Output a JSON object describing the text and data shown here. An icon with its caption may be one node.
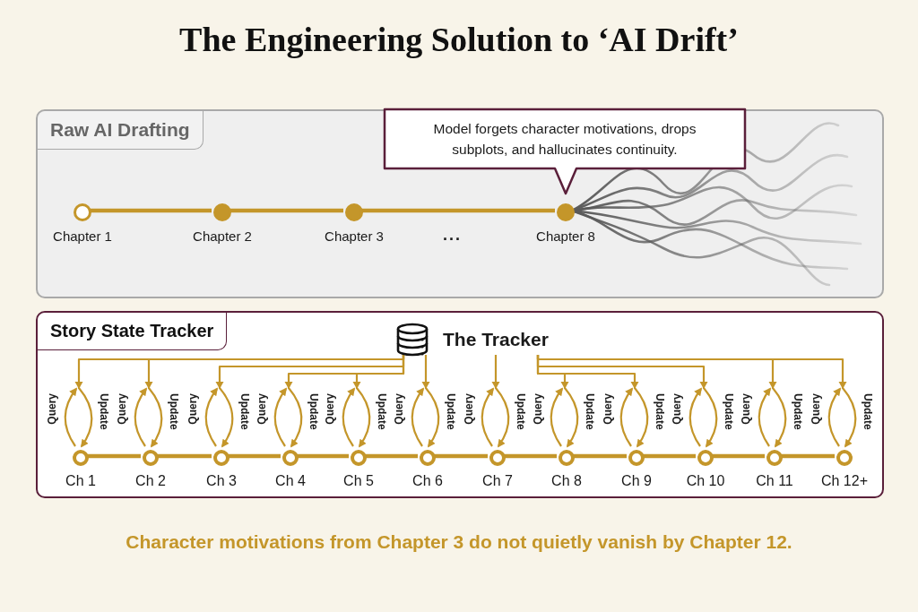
{
  "diagram": {
    "title": "The Engineering Solution to ‘AI Drift’",
    "caption": "Character motivations from Chapter 3 do not quietly vanish by Chapter 12.",
    "nodes": [
      {
        "text": [
          "Raw AI Drafting"
        ]
      },
      {
        "text": [
          "Model forgets character motivations, drops subplots, and hallucinates continuity."
        ],
        "in": 0
      },
      {
        "text": [
          "Chapter 1"
        ],
        "in": 0
      },
      {
        "text": [
          "Chapter 2"
        ],
        "in": 0
      },
      {
        "text": [
          "Chapter 3"
        ],
        "in": 0
      },
      {
        "text": [
          "Chapter 8"
        ],
        "in": 0
      },
      {
        "text": [
          "Story State Tracker"
        ]
      },
      {
        "text": [
          "The Tracker"
        ],
        "in": 6
      },
      {
        "text": [
          "Ch 1"
        ],
        "in": 6
      },
      {
        "text": [
          "Ch 2"
        ],
        "in": 6
      },
      {
        "text": [
          "Ch 3"
        ],
        "in": 6
      },
      {
        "text": [
          "Ch 4"
        ],
        "in": 6
      },
      {
        "text": [
          "Ch 5"
        ],
        "in": 6
      },
      {
        "text": [
          "Ch 6"
        ],
        "in": 6
      },
      {
        "text": [
          "Ch 7"
        ],
        "in": 6
      },
      {
        "text": [
          "Ch 8"
        ],
        "in": 6
      },
      {
        "text": [
          "Ch 9"
        ],
        "in": 6
      },
      {
        "text": [
          "Ch 10"
        ],
        "in": 6
      },
      {
        "text": [
          "Ch 11"
        ],
        "in": 6
      },
      {
        "text": [
          "Ch 12+"
        ],
        "in": 6
      }
    ],
    "edges": [
      {
        "from": 2,
        "to": 3,
        "arrow": "none",
        "style": "thick"
      },
      {
        "from": 3,
        "to": 4,
        "arrow": "none",
        "style": "thick"
      },
      {
        "from": 4,
        "to": 5,
        "arrow": "none",
        "style": "thick"
      },
      {
        "from": 8,
        "to": 9,
        "arrow": "none",
        "style": "thick"
      },
      {
        "from": 9,
        "to": 10,
        "arrow": "none",
        "style": "thick"
      },
      {
        "from": 10,
        "to": 11,
        "arrow": "none",
        "style": "thick"
      },
      {
        "from": 11,
        "to": 12,
        "arrow": "none",
        "style": "thick"
      },
      {
        "from": 12,
        "to": 13,
        "arrow": "none",
        "style": "thick"
      },
      {
        "from": 13,
        "to": 14,
        "arrow": "none",
        "style": "thick"
      },
      {
        "from": 14,
        "to": 15,
        "arrow": "none",
        "style": "thick"
      },
      {
        "from": 15,
        "to": 16,
        "arrow": "none",
        "style": "thick"
      },
      {
        "from": 16,
        "to": 17,
        "arrow": "none",
        "style": "thick"
      },
      {
        "from": 17,
        "to": 18,
        "arrow": "none",
        "style": "thick"
      },
      {
        "from": 18,
        "to": 19,
        "arrow": "none",
        "style": "thick"
      },
      {
        "from": 8,
        "to": null,
        "arrow": "to",
        "label": "Query"
      },
      {
        "from": 7,
        "to": 8,
        "arrow": "to",
        "label": "Update"
      },
      {
        "from": 9,
        "to": null,
        "arrow": "to",
        "label": "Query"
      },
      {
        "from": 7,
        "to": 9,
        "arrow": "to",
        "label": "Update"
      },
      {
        "from": 10,
        "to": null,
        "arrow": "to",
        "label": "Query"
      },
      {
        "from": 7,
        "to": 10,
        "arrow": "to",
        "label": "Update"
      },
      {
        "from": 11,
        "to": null,
        "arrow": "to",
        "label": "Query"
      },
      {
        "from": 7,
        "to": 11,
        "arrow": "to",
        "label": "Update"
      },
      {
        "from": 12,
        "to": null,
        "arrow": "to",
        "label": "Query"
      },
      {
        "from": 7,
        "to": 12,
        "arrow": "to",
        "label": "Update"
      },
      {
        "from": 13,
        "to": null,
        "arrow": "to",
        "label": "Query"
      },
      {
        "from": 7,
        "to": 13,
        "arrow": "to",
        "label": "Update"
      },
      {
        "from": 14,
        "to": null,
        "arrow": "to",
        "label": "Query"
      },
      {
        "from": 7,
        "to": 14,
        "arrow": "to",
        "label": "Update"
      },
      {
        "from": 15,
        "to": null,
        "arrow": "to",
        "label": "Query"
      },
      {
        "from": 7,
        "to": 15,
        "arrow": "to",
        "label": "Update"
      },
      {
        "from": 16,
        "to": null,
        "arrow": "to",
        "label": "Query"
      },
      {
        "from": 7,
        "to": 16,
        "arrow": "to",
        "label": "Update"
      },
      {
        "from": 17,
        "to": null,
        "arrow": "to",
        "label": "Query"
      },
      {
        "from": 7,
        "to": 17,
        "arrow": "to",
        "label": "Update"
      },
      {
        "from": 18,
        "to": null,
        "arrow": "to",
        "label": "Query"
      },
      {
        "from": 7,
        "to": 18,
        "arrow": "to",
        "label": "Update"
      },
      {
        "from": 19,
        "to": null,
        "arrow": "to",
        "label": "Query"
      },
      {
        "from": 7,
        "to": 19,
        "arrow": "to",
        "label": "Update"
      }
    ],
    "labels": [
      "..."
    ]
  }
}
